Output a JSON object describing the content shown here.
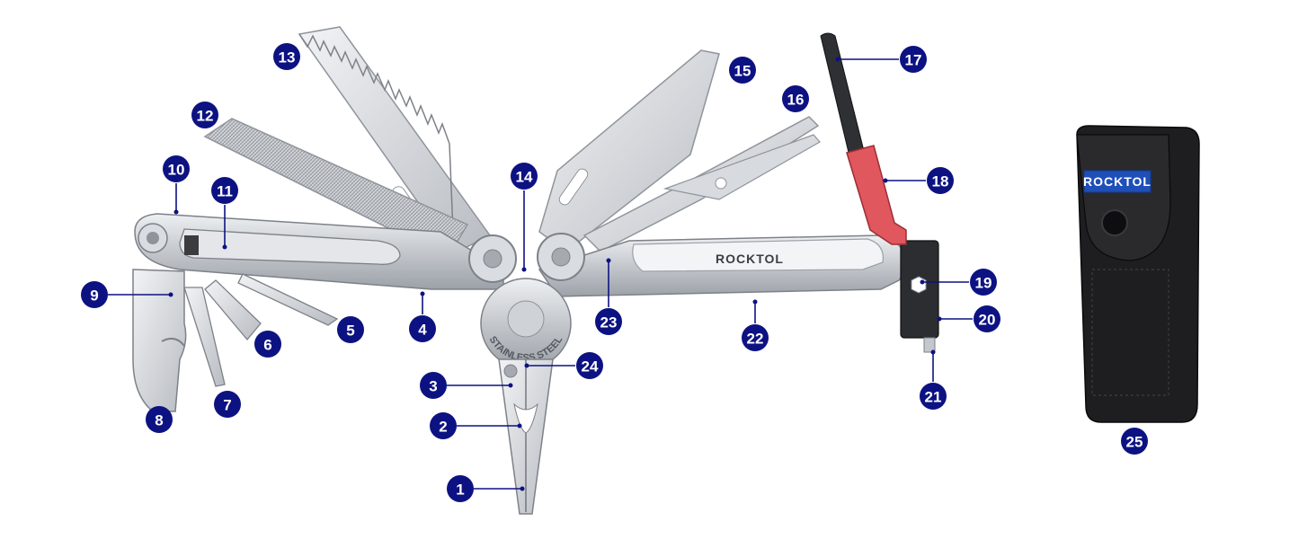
{
  "brand": "ROCKTOL",
  "stamp_text": "STAINLESS STEEL",
  "callouts": [
    "1",
    "2",
    "3",
    "4",
    "5",
    "6",
    "7",
    "8",
    "9",
    "10",
    "11",
    "12",
    "13",
    "14",
    "15",
    "16",
    "17",
    "18",
    "19",
    "20",
    "21",
    "22",
    "23",
    "24",
    "25"
  ],
  "colors": {
    "callout_fill": "#0d1282",
    "leader_line": "#0d1282",
    "steel": "#c9ccd1",
    "steel_dark": "#8f949b",
    "ferro_handle": "#e0575e",
    "sheath": "#1e1e20",
    "sheath_badge": "#1f4fb8"
  }
}
